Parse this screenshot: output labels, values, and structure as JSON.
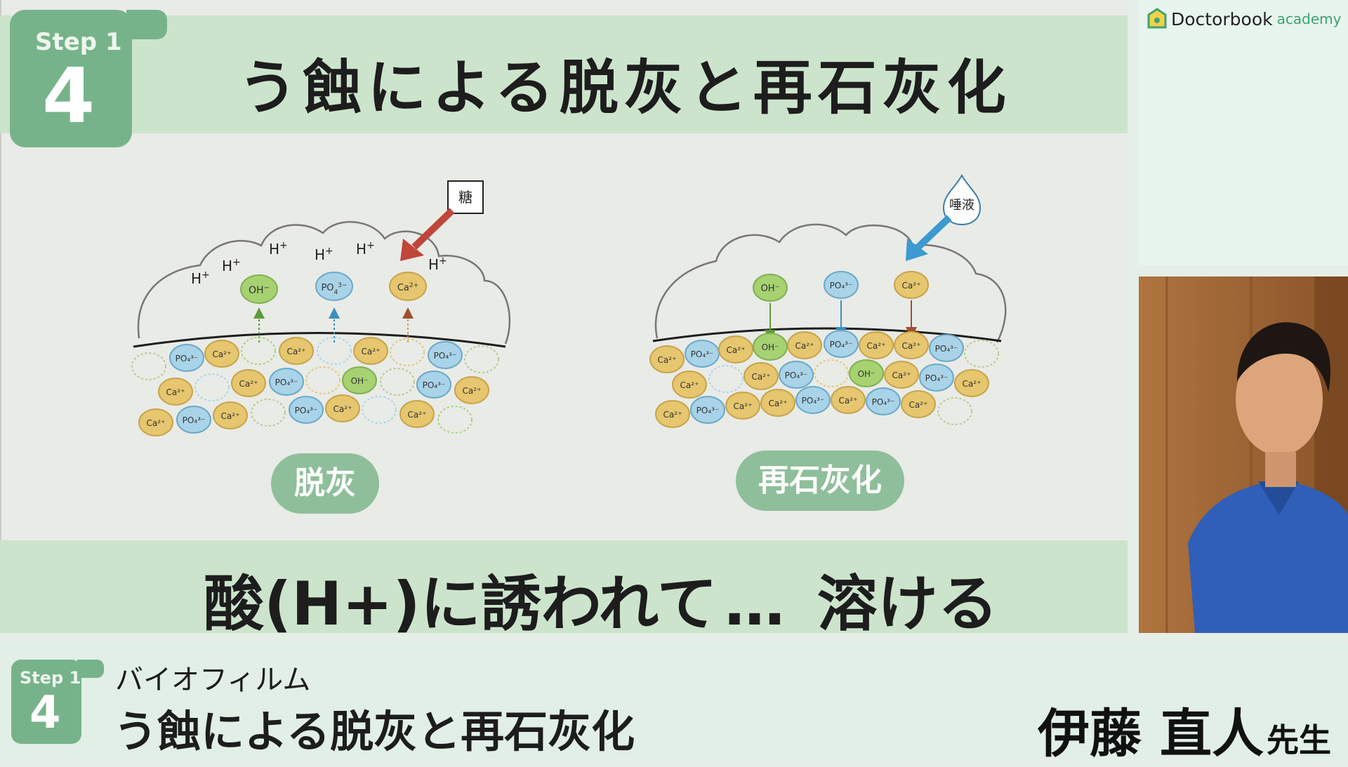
{
  "slide": {
    "step_label": "Step 1",
    "step_number": "4",
    "title": "う蝕による脱灰と再石灰化",
    "bottom_text": {
      "part1": "酸(H+)に誘われて",
      "dots": "…",
      "part2": "溶ける"
    }
  },
  "diagram": {
    "demineralization": {
      "label": "脱灰",
      "trigger": "糖",
      "h_ions": [
        "H+",
        "H+",
        "H+",
        "H+",
        "H+",
        "H+"
      ],
      "released_ions": [
        "OH−",
        "PO4 3−",
        "Ca2+"
      ],
      "lattice_ions": [
        "PO4 3−",
        "Ca2+",
        "Ca2+",
        "Ca2+",
        "PO4 3−",
        "Ca2+",
        "Ca2+",
        "PO4 3−",
        "OH−",
        "PO4 3−",
        "Ca2+",
        "Ca2+",
        "PO4 3−",
        "Ca2+",
        "PO4 3−",
        "Ca2+",
        "Ca2+"
      ]
    },
    "remineralization": {
      "label": "再石灰化",
      "trigger": "唾液",
      "supplied_ions": [
        "OH−",
        "PO4 3−",
        "Ca2+"
      ],
      "lattice_ions": [
        "Ca2+",
        "PO4 3−",
        "Ca2+",
        "OH−",
        "Ca2+",
        "PO4 3−",
        "Ca2+",
        "Ca2+",
        "PO4 3−",
        "Ca2+",
        "PO4 3−",
        "OH−",
        "Ca2+",
        "PO4 3−",
        "Ca2+",
        "Ca2+",
        "PO4 3−",
        "Ca2+",
        "Ca2+",
        "PO4 3−",
        "Ca2+",
        "PO4 3−",
        "Ca2+"
      ]
    }
  },
  "colors": {
    "ca": "#e6c66e",
    "po4": "#a9d3e8",
    "oh": "#a6d271",
    "band": "#cce4cc",
    "badge": "#77b38a",
    "pill": "#8ebf9a",
    "sugar_arrow": "#c0463a",
    "saliva_arrow": "#3b9ad0"
  },
  "branding": {
    "logo_name": "Doctorbook",
    "logo_suffix": "academy",
    "logo_icon": "house-shield-icon"
  },
  "lower_third": {
    "step_label": "Step 1",
    "step_number": "4",
    "section": "バイオフィルム",
    "title": "う蝕による脱灰と再石灰化",
    "speaker_family": "伊藤",
    "speaker_given": "直人",
    "speaker_suffix": "先生"
  }
}
